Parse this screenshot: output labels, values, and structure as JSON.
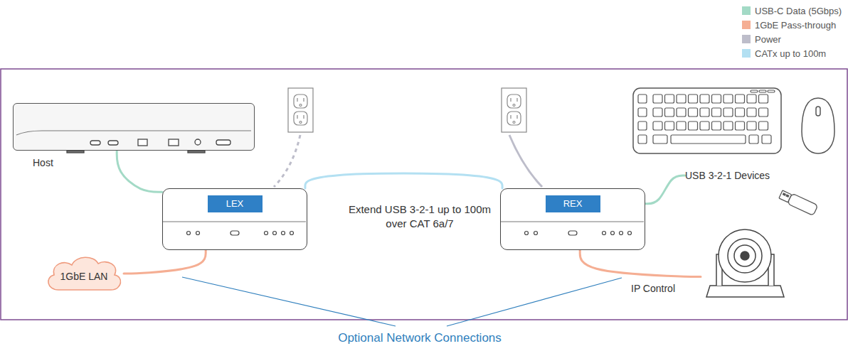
{
  "diagram": {
    "nodes": [
      {
        "text": [
          "Host"
        ]
      },
      {
        "text": [
          "LEX"
        ]
      },
      {
        "text": [
          "REX"
        ]
      },
      {
        "text": [
          "1GbE LAN"
        ]
      },
      {
        "text": [
          "IP Control"
        ]
      },
      {
        "text": [
          "USB 3-2-1 Devices"
        ]
      }
    ],
    "edges": [
      {
        "from": 0,
        "to": 1,
        "arrow": "none"
      },
      {
        "from": 1,
        "to": 2,
        "label": "Extend USB 3-2-1 up to 100m over CAT 6a/7",
        "arrow": "none"
      },
      {
        "from": 1,
        "to": 3,
        "arrow": "none"
      },
      {
        "from": 2,
        "to": 4,
        "arrow": "none"
      },
      {
        "from": 2,
        "to": 5,
        "arrow": "none"
      }
    ],
    "labels": [
      "Optional Network Connections"
    ],
    "legend": [
      {
        "text": "USB-C Data (5Gbps)",
        "color": "#a3dac6"
      },
      {
        "text": "1GbE Pass-through",
        "color": "#f5ae93"
      },
      {
        "text": "Power",
        "color": "#bdbdca"
      },
      {
        "text": "CATx up to 100m",
        "color": "#b3e0f2"
      }
    ]
  }
}
